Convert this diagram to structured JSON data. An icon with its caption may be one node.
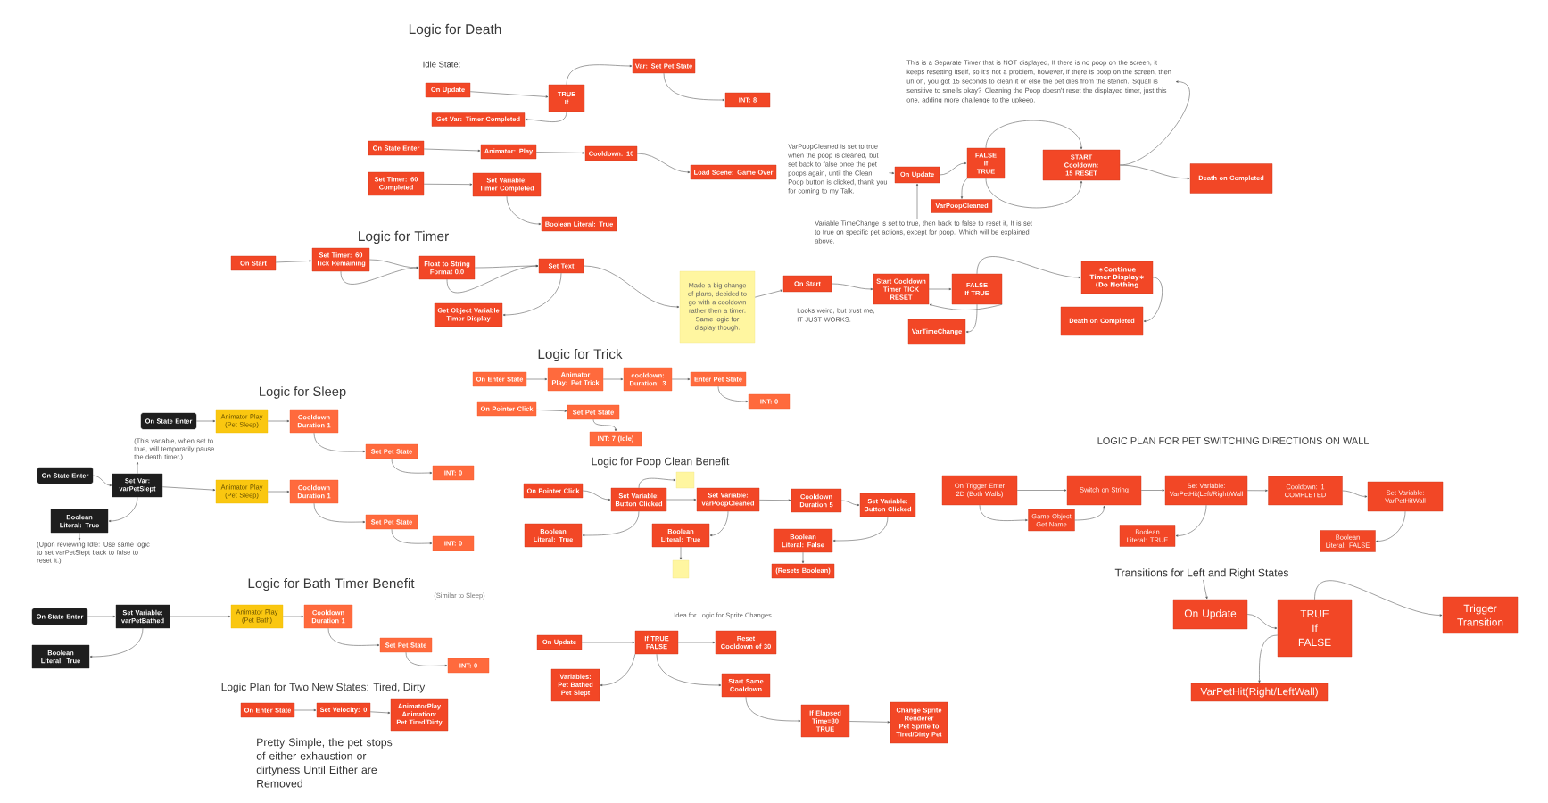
{
  "diagram": {
    "nodes": [
      {
        "text": [
          "On Update"
        ]
      },
      {
        "text": [
          "TRUE If"
        ]
      },
      {
        "text": [
          "Get Var: Timer Completed"
        ]
      },
      {
        "text": [
          "Var: Set Pet State"
        ]
      },
      {
        "text": [
          "INT: 8"
        ]
      },
      {
        "text": [
          "On State Enter"
        ]
      },
      {
        "text": [
          "Animator: Play"
        ]
      },
      {
        "text": [
          "Cooldown: 10"
        ]
      },
      {
        "text": [
          "Load Scene: Game Over"
        ]
      },
      {
        "text": [
          "Set Timer: 60 Completed"
        ]
      },
      {
        "text": [
          "Set Variable: Timer Completed"
        ]
      },
      {
        "text": [
          "Boolean Literal: True"
        ]
      },
      {
        "text": [
          "On Start"
        ]
      },
      {
        "text": [
          "Set Timer: 60 Tick Remaining"
        ]
      },
      {
        "text": [
          "Float to String Format 0.0"
        ]
      },
      {
        "text": [
          "Set Text"
        ]
      },
      {
        "text": [
          "Get Object Variable Timer Display"
        ]
      },
      {
        "text": [
          "Made a big change of plans, decided to go with a cooldown rather then a timer. Same logic for display though."
        ]
      },
      {
        "text": [
          "This is a Separate Timer that is NOT displayed, If there is no poop on the screen, it keeps resetting itself, so it's not a problem, however, if there is poop on the screen, then uh oh, you got 15 seconds to clean it or else the pet dies from the stench. Squall is sensitive to smells okay? Cleaning the Poop doesn't reset the displayed timer, just this one, adding more challenge to the upkeep."
        ]
      },
      {
        "text": [
          "VarPoopCleaned is set to true when the poop is cleaned, but set back to false once the pet poops again, until the Clean Poop button is clicked, thank you for coming to my Talk."
        ]
      },
      {
        "text": [
          "On Update"
        ]
      },
      {
        "text": [
          "FALSE If TRUE"
        ]
      },
      {
        "text": [
          "VarPoopCleaned"
        ]
      },
      {
        "text": [
          "START Cooldown: 15 RESET"
        ]
      },
      {
        "text": [
          "Death on Completed"
        ]
      },
      {
        "text": [
          "Variable TimeChange is set to true, then back to false to reset it, It is set to true on specific pet actions, except for poop. Which will be explained above."
        ]
      },
      {
        "text": [
          "On Start"
        ]
      },
      {
        "text": [
          "Start Cooldown Timer TICK RESET"
        ]
      },
      {
        "text": [
          "FALSE If TRUE"
        ]
      },
      {
        "text": [
          "VarTimeChange"
        ]
      },
      {
        "text": [
          "∗Continue Timer Display∗ (Do Nothing"
        ]
      },
      {
        "text": [
          "Death on Completed"
        ]
      },
      {
        "text": [
          "On Enter State"
        ]
      },
      {
        "text": [
          "Animator Play: Pet Trick"
        ]
      },
      {
        "text": [
          "cooldown: Duration: 3"
        ]
      },
      {
        "text": [
          "Enter Pet State"
        ]
      },
      {
        "text": [
          "INT: 0"
        ]
      },
      {
        "text": [
          "On Pointer Click"
        ]
      },
      {
        "text": [
          "Set Pet State"
        ]
      },
      {
        "text": [
          "INT: 7 (Idle)"
        ]
      },
      {
        "text": [
          "On State Enter"
        ]
      },
      {
        "text": [
          "Animator Play (Pet Sleep)"
        ]
      },
      {
        "text": [
          "Cooldown Duration 1"
        ]
      },
      {
        "text": [
          "Set Pet State"
        ]
      },
      {
        "text": [
          "INT: 0"
        ]
      },
      {
        "text": [
          "(This variable, when set to true, will temporarily pause the death timer.)"
        ]
      },
      {
        "text": [
          "On State Enter"
        ]
      },
      {
        "text": [
          "Set Var: varPetSlept"
        ]
      },
      {
        "text": [
          "Boolean Literal: True"
        ]
      },
      {
        "text": [
          "(Upon reviewing Idle: Use same logic to set varPetSlept back to false to reset it.)"
        ]
      },
      {
        "text": [
          "Animator Play (Pet Sleep)"
        ]
      },
      {
        "text": [
          "Cooldown Duration 1"
        ]
      },
      {
        "text": [
          "Set Pet State"
        ]
      },
      {
        "text": [
          "INT: 0"
        ]
      },
      {
        "text": [
          "On Pointer Click"
        ]
      },
      {
        "text": [
          "Set Variable: Button Clicked"
        ]
      },
      {
        "text": [],
        "shape": "box"
      },
      {
        "text": [
          "Boolean Literal: True"
        ]
      },
      {
        "text": [
          "Set Variable: varPoopCleaned"
        ]
      },
      {
        "text": [
          "Boolean Literal: True"
        ]
      },
      {
        "text": [],
        "shape": "box"
      },
      {
        "text": [
          "Cooldown Duration 5"
        ]
      },
      {
        "text": [
          "Set Variable: Button Clicked"
        ]
      },
      {
        "text": [
          "Boolean Literal: False"
        ]
      },
      {
        "text": [
          "(Resets Boolean)"
        ]
      },
      {
        "text": [
          "On State Enter"
        ]
      },
      {
        "text": [
          "Set Variable: varPetBathed"
        ]
      },
      {
        "text": [
          "Boolean Literal: True"
        ]
      },
      {
        "text": [
          "Animator Play (Pet Bath)"
        ]
      },
      {
        "text": [
          "Cooldown Duration 1"
        ]
      },
      {
        "text": [
          "Set Pet State"
        ]
      },
      {
        "text": [
          "INT: 0"
        ]
      },
      {
        "text": [
          "On Update"
        ]
      },
      {
        "text": [
          "If TRUE FALSE"
        ]
      },
      {
        "text": [
          "Reset Cooldown of 30"
        ]
      },
      {
        "text": [
          "Variables: Pet Bathed Pet Slept"
        ]
      },
      {
        "text": [
          "Start Same Cooldown"
        ]
      },
      {
        "text": [
          "If Elapsed Time=30 TRUE"
        ]
      },
      {
        "text": [
          "Change Sprite Renderer Pet Sprite to Tired/Dirty Pet"
        ]
      },
      {
        "text": [
          "On Enter State"
        ]
      },
      {
        "text": [
          "Set Velocity: 0"
        ]
      },
      {
        "text": [
          "AnimatorPlay Animation: Pet Tired/Dirty"
        ]
      },
      {
        "text": [
          "On Trigger Enter 2D (Both Walls)"
        ]
      },
      {
        "text": [
          "Switch on String"
        ]
      },
      {
        "text": [
          "Set Variable: VarPetHit(Left/Right)Wall"
        ]
      },
      {
        "text": [
          "Cooldown: 1 COMPLETED"
        ]
      },
      {
        "text": [
          "Set Variable: VarPetHitWall"
        ]
      },
      {
        "text": [
          "Game Object Get Name"
        ]
      },
      {
        "text": [
          "Boolean Literal: TRUE"
        ]
      },
      {
        "text": [
          "Boolean Literal: FALSE"
        ]
      },
      {
        "text": [
          "Transitions for Left and Right States"
        ]
      },
      {
        "text": [
          "On Update"
        ]
      },
      {
        "text": [
          "TRUE If FALSE"
        ]
      },
      {
        "text": [
          "Trigger Transition"
        ]
      },
      {
        "text": [
          "VarPetHit(Right/LeftWall)"
        ]
      }
    ],
    "edges": [
      {
        "from": 0,
        "to": 1,
        "arrow": "to"
      },
      {
        "from": 1,
        "to": 2,
        "arrow": "to"
      },
      {
        "from": 1,
        "to": 3,
        "arrow": "to"
      },
      {
        "from": 3,
        "to": 4,
        "arrow": "to"
      },
      {
        "from": 5,
        "to": 6,
        "arrow": "to"
      },
      {
        "from": 6,
        "to": 7,
        "arrow": "to"
      },
      {
        "from": 7,
        "to": 8,
        "arrow": "to"
      },
      {
        "from": 9,
        "to": 10,
        "arrow": "to"
      },
      {
        "from": 10,
        "to": 11,
        "arrow": "to"
      },
      {
        "from": 12,
        "to": 13,
        "arrow": "to"
      },
      {
        "from": 13,
        "to": 14,
        "arrow": "to"
      },
      {
        "from": 13,
        "to": 14,
        "arrow": "to"
      },
      {
        "from": 14,
        "to": 15,
        "arrow": "to"
      },
      {
        "from": 14,
        "to": 15,
        "arrow": "to"
      },
      {
        "from": 15,
        "to": 16,
        "arrow": "to"
      },
      {
        "from": 15,
        "to": 17,
        "arrow": "to"
      },
      {
        "from": 17,
        "to": 26,
        "arrow": "to"
      },
      {
        "from": 19,
        "to": 20,
        "arrow": "to"
      },
      {
        "from": 25,
        "to": 20,
        "arrow": "to"
      },
      {
        "from": 20,
        "to": 21,
        "arrow": "to"
      },
      {
        "from": 21,
        "to": 22,
        "arrow": "to"
      },
      {
        "from": 21,
        "to": 23,
        "arrow": "to"
      },
      {
        "from": 21,
        "to": 23,
        "arrow": "to"
      },
      {
        "from": 23,
        "to": 24,
        "arrow": "to"
      },
      {
        "from": 23,
        "to": 18,
        "arrow": "to"
      },
      {
        "from": 26,
        "to": 27,
        "arrow": "to"
      },
      {
        "from": 27,
        "to": 28,
        "arrow": "to"
      },
      {
        "from": 28,
        "to": 27,
        "arrow": "to"
      },
      {
        "from": 28,
        "to": 29,
        "arrow": "to"
      },
      {
        "from": 28,
        "to": 30,
        "arrow": "to"
      },
      {
        "from": 30,
        "to": 31,
        "arrow": "to"
      },
      {
        "from": 32,
        "to": 33,
        "arrow": "to"
      },
      {
        "from": 33,
        "to": 34,
        "arrow": "to"
      },
      {
        "from": 34,
        "to": 35,
        "arrow": "to"
      },
      {
        "from": 35,
        "to": 36,
        "arrow": "to"
      },
      {
        "from": 37,
        "to": 38,
        "arrow": "to"
      },
      {
        "from": 38,
        "to": 39,
        "arrow": "to"
      },
      {
        "from": 40,
        "to": 41,
        "arrow": "to"
      },
      {
        "from": 41,
        "to": 42,
        "arrow": "to"
      },
      {
        "from": 42,
        "to": 43,
        "arrow": "to"
      },
      {
        "from": 43,
        "to": 44,
        "arrow": "to"
      },
      {
        "from": 46,
        "to": 47,
        "arrow": "to"
      },
      {
        "from": 47,
        "to": 45,
        "arrow": "to"
      },
      {
        "from": 47,
        "to": 48,
        "arrow": "to"
      },
      {
        "from": 48,
        "to": 49,
        "arrow": "to"
      },
      {
        "from": 47,
        "to": 50,
        "arrow": "to"
      },
      {
        "from": 50,
        "to": 51,
        "arrow": "to"
      },
      {
        "from": 51,
        "to": 52,
        "arrow": "to"
      },
      {
        "from": 52,
        "to": 53,
        "arrow": "to"
      },
      {
        "from": 54,
        "to": 55,
        "arrow": "to"
      },
      {
        "from": 55,
        "to": 56,
        "arrow": "to"
      },
      {
        "from": 55,
        "to": 57,
        "arrow": "to"
      },
      {
        "from": 55,
        "to": 58,
        "arrow": "to"
      },
      {
        "from": 58,
        "to": 59,
        "arrow": "to"
      },
      {
        "from": 59,
        "to": 60,
        "arrow": "to"
      },
      {
        "from": 58,
        "to": 61,
        "arrow": "to"
      },
      {
        "from": 61,
        "to": 62,
        "arrow": "to"
      },
      {
        "from": 62,
        "to": 63,
        "arrow": "to"
      },
      {
        "from": 63,
        "to": 64,
        "arrow": "to"
      },
      {
        "from": 65,
        "to": 66,
        "arrow": "to"
      },
      {
        "from": 66,
        "to": 68,
        "arrow": "to"
      },
      {
        "from": 68,
        "to": 69,
        "arrow": "to"
      },
      {
        "from": 69,
        "to": 70,
        "arrow": "to"
      },
      {
        "from": 70,
        "to": 71,
        "arrow": "to"
      },
      {
        "from": 66,
        "to": 67,
        "arrow": "to"
      },
      {
        "from": 72,
        "to": 73,
        "arrow": "to"
      },
      {
        "from": 73,
        "to": 75,
        "arrow": "to"
      },
      {
        "from": 73,
        "to": 74,
        "arrow": "to"
      },
      {
        "from": 73,
        "to": 76,
        "arrow": "to"
      },
      {
        "from": 76,
        "to": 77,
        "arrow": "to"
      },
      {
        "from": 77,
        "to": 78,
        "arrow": "to"
      },
      {
        "from": 79,
        "to": 80,
        "arrow": "to"
      },
      {
        "from": 80,
        "to": 81,
        "arrow": "to"
      },
      {
        "from": 82,
        "to": 83,
        "arrow": "to"
      },
      {
        "from": 82,
        "to": 87,
        "arrow": "to"
      },
      {
        "from": 87,
        "to": 83,
        "arrow": "to"
      },
      {
        "from": 83,
        "to": 84,
        "arrow": "to"
      },
      {
        "from": 84,
        "to": 88,
        "arrow": "to"
      },
      {
        "from": 84,
        "to": 85,
        "arrow": "to"
      },
      {
        "from": 85,
        "to": 86,
        "arrow": "to"
      },
      {
        "from": 86,
        "to": 89,
        "arrow": "to"
      },
      {
        "from": 90,
        "to": 91,
        "arrow": "to"
      },
      {
        "from": 91,
        "to": 92,
        "arrow": "to"
      },
      {
        "from": 92,
        "to": 94,
        "arrow": "to"
      },
      {
        "from": 92,
        "to": 93,
        "arrow": "to"
      }
    ],
    "labels": [
      "Logic for Death",
      "Idle State:",
      "Logic for Timer",
      "Looks weird, but trust me, IT JUST WORKS.",
      "Logic for Trick",
      "Logic for Sleep",
      "Logic for Poop Clean Benefit",
      "Logic for Bath Timer Benefit",
      "(Similar to Sleep)",
      "Idea for Logic for Sprite Changes",
      "Logic Plan for Two New States: Tired, Dirty",
      "Pretty Simple, the pet stops of either exhaustion or dirtyness Until Either are Removed",
      "LOGIC PLAN FOR PET SWITCHING DIRECTIONS ON WALL"
    ]
  }
}
